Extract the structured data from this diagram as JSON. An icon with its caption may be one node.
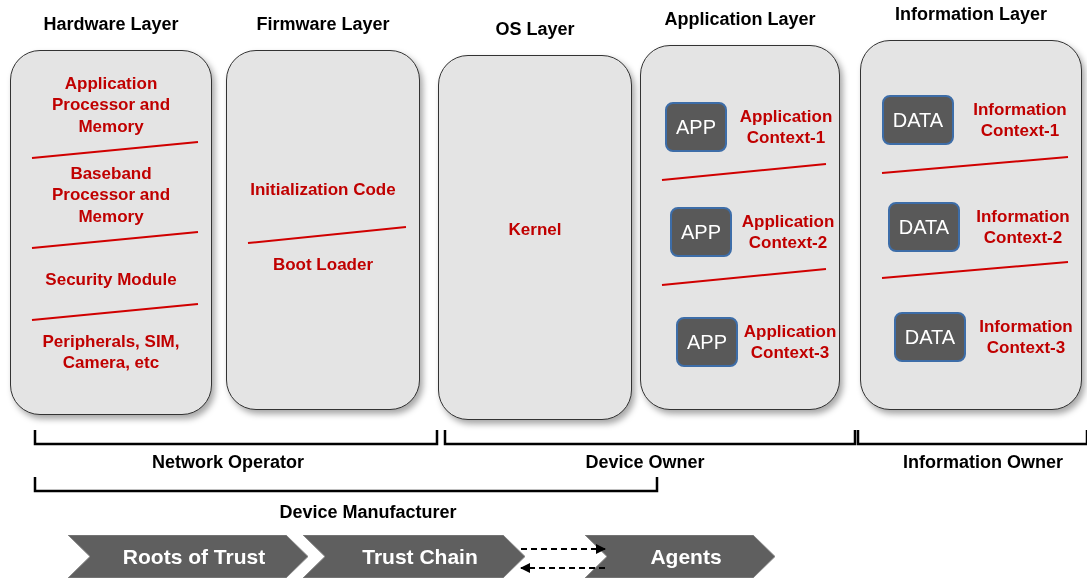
{
  "diagram": {
    "nodes": [
      {
        "text": [
          "Hardware Layer",
          "Application Processor and Memory",
          "Baseband Processor and Memory",
          "Security Module",
          "Peripherals, SIM, Camera, etc"
        ]
      },
      {
        "text": [
          "Firmware Layer",
          "Initialization Code",
          "Boot Loader"
        ]
      },
      {
        "text": [
          "OS Layer",
          "Kernel"
        ]
      },
      {
        "text": [
          "Application Layer"
        ]
      },
      {
        "text": [
          "APP"
        ],
        "in": 3,
        "beside": [
          "Application Context-1"
        ]
      },
      {
        "text": [
          "APP"
        ],
        "in": 3,
        "beside": [
          "Application Context-2"
        ]
      },
      {
        "text": [
          "APP"
        ],
        "in": 3,
        "beside": [
          "Application Context-3"
        ]
      },
      {
        "text": [
          "Information Layer"
        ]
      },
      {
        "text": [
          "DATA"
        ],
        "in": 7,
        "beside": [
          "Information Context-1"
        ]
      },
      {
        "text": [
          "DATA"
        ],
        "in": 7,
        "beside": [
          "Information Context-2"
        ]
      },
      {
        "text": [
          "DATA"
        ],
        "in": 7,
        "beside": [
          "Information Context-3"
        ]
      },
      {
        "text": [
          "Roots of Trust"
        ]
      },
      {
        "text": [
          "Trust Chain"
        ]
      },
      {
        "text": [
          "Agents"
        ]
      }
    ],
    "edges": [
      {
        "from": 12,
        "to": 13,
        "arrow": "to",
        "style": "dashed"
      },
      {
        "from": 13,
        "to": 12,
        "arrow": "to",
        "style": "dashed"
      }
    ],
    "labels": [
      "Network Operator",
      "Device Owner",
      "Information Owner",
      "Device Manufacturer"
    ]
  }
}
